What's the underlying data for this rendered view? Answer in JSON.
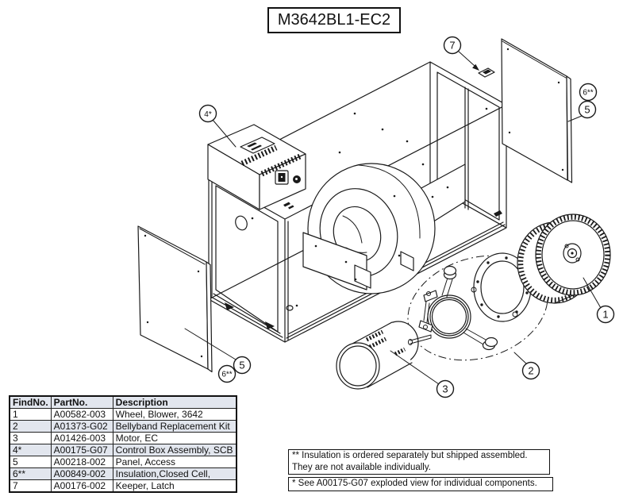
{
  "title": "M3642BL1-EC2",
  "diagram": {
    "callouts": [
      {
        "label": "7"
      },
      {
        "label": "6**"
      },
      {
        "label": "5"
      },
      {
        "label": "4*"
      },
      {
        "label": "1"
      },
      {
        "label": "2"
      },
      {
        "label": "3"
      },
      {
        "label": "5"
      },
      {
        "label": "6**"
      }
    ]
  },
  "table": {
    "headers": [
      "FindNo.",
      "PartNo.",
      "Description"
    ],
    "rows": [
      [
        "1",
        "A00582-003",
        "Wheel, Blower, 3642"
      ],
      [
        "2",
        "A01373-G02",
        "Bellyband Replacement Kit"
      ],
      [
        "3",
        "A01426-003",
        "Motor, EC"
      ],
      [
        "4*",
        "A00175-G07",
        "Control Box Assembly, SCB"
      ],
      [
        "5",
        "A00218-002",
        "Panel, Access"
      ],
      [
        "6**",
        "A00849-002",
        "Insulation,Closed Cell,"
      ],
      [
        "7",
        "A00176-002",
        "Keeper, Latch"
      ]
    ]
  },
  "notes": {
    "insulation_line1": "** Insulation is ordered separately but shipped assembled.",
    "insulation_line2": "They are not available individually.",
    "control_box": "* See A00175-G07 exploded view for individual components."
  },
  "colors": {
    "line": "#1a1a1a",
    "row_shading": "#e2e6ee"
  }
}
